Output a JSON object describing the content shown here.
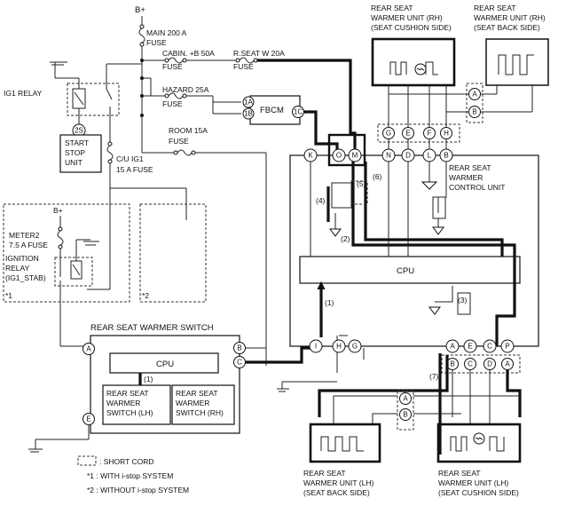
{
  "power": {
    "bplus_top": "B+",
    "bplus_meter": "B+"
  },
  "fuses": {
    "main": [
      "MAIN 200 A",
      "FUSE"
    ],
    "cabin": [
      "CABIN. +B 50A",
      "FUSE"
    ],
    "rseat": [
      "R.SEAT W 20A",
      "FUSE"
    ],
    "hazard": [
      "HAZARD 25A",
      "FUSE"
    ],
    "room": [
      "ROOM 15A",
      "FUSE"
    ],
    "cu_ig1": [
      "C/U IG1",
      "15 A FUSE"
    ],
    "meter2": [
      "METER2",
      "7.5 A FUSE"
    ]
  },
  "relays": {
    "ig1": "IG1 RELAY",
    "ignition": [
      "IGNITION",
      "RELAY",
      "(IG1_STAB)"
    ]
  },
  "start_stop": {
    "pin": "2S",
    "lines": [
      "START",
      "STOP",
      "UNIT"
    ]
  },
  "fbcm": {
    "name": "FBCM",
    "pins": [
      "1A",
      "1B",
      "1C"
    ]
  },
  "warmer_units": {
    "rh_cushion": [
      "REAR SEAT",
      "WARMER UNIT (RH)",
      "(SEAT CUSHION SIDE)"
    ],
    "rh_back": [
      "REAR SEAT",
      "WARMER UNIT (RH)",
      "(SEAT BACK SIDE)"
    ],
    "lh_back": [
      "REAR SEAT",
      "WARMER UNIT (LH)",
      "(SEAT BACK SIDE)"
    ],
    "lh_cushion": [
      "REAR SEAT",
      "WARMER UNIT (LH)",
      "(SEAT CUSHION SIDE)"
    ]
  },
  "control_unit": {
    "name": [
      "REAR SEAT",
      "WARMER",
      "CONTROL UNIT"
    ],
    "cpu": "CPU",
    "top_pins": [
      "K",
      "O",
      "M",
      "N",
      "D",
      "L",
      "B"
    ],
    "bottom_pins": [
      "I",
      "H",
      "G",
      "A",
      "E",
      "C",
      "P"
    ],
    "short_top": [
      "G",
      "E",
      "F",
      "H"
    ],
    "short_bottom": [
      "B",
      "C",
      "D",
      "A"
    ],
    "notes": [
      "(1)",
      "(2)",
      "(3)",
      "(4)",
      "(5)",
      "(6)",
      "(7)"
    ]
  },
  "switch": {
    "name": "REAR SEAT WARMER SWITCH",
    "cpu": "CPU",
    "lh": [
      "REAR SEAT",
      "WARMER",
      "SWITCH (LH)"
    ],
    "rh": [
      "REAR SEAT",
      "WARMER",
      "SWITCH (RH)"
    ],
    "pins": [
      "A",
      "B",
      "C",
      "E"
    ],
    "note": "(1)"
  },
  "short_pins": {
    "rh": [
      "A",
      "B"
    ],
    "lh": [
      "A",
      "B"
    ]
  },
  "markers": {
    "star1": "*1",
    "star2": "*2"
  },
  "legend": {
    "short_cord": ": SHORT CORD",
    "star1": "*1 : WITH i-stop SYSTEM",
    "star2": "*2 : WITHOUT i-stop SYSTEM"
  }
}
